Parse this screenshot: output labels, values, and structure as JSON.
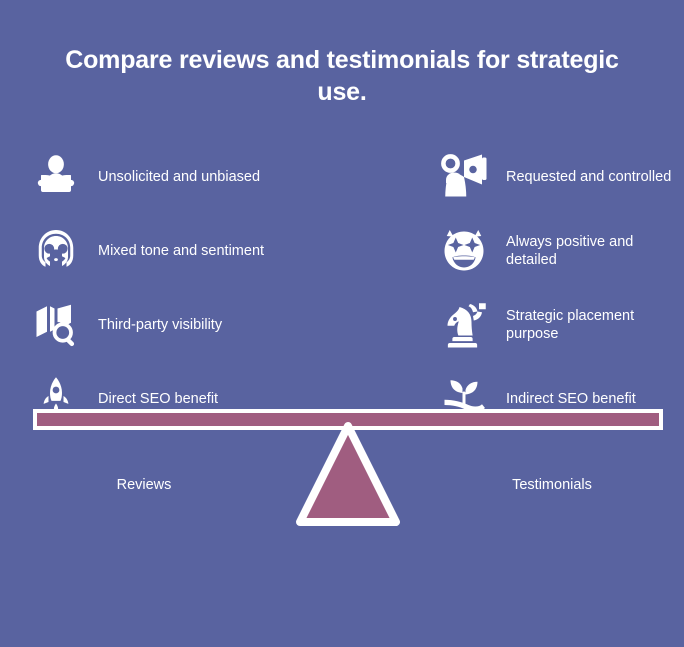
{
  "theme": {
    "background": "#5963a0",
    "accent": "#a05d80",
    "text": "#ffffff"
  },
  "header": {
    "title": "Compare reviews and testimonials for strategic use."
  },
  "columns": {
    "left": {
      "side_label": "Reviews",
      "items": [
        {
          "icon": "person-reading-book-icon",
          "label": "Unsolicited and unbiased"
        },
        {
          "icon": "face-mask-mixed-tone-icon",
          "label": "Mixed tone and sentiment"
        },
        {
          "icon": "map-search-icon",
          "label": "Third-party visibility"
        },
        {
          "icon": "rocket-launch-icon",
          "label": "Direct SEO benefit"
        }
      ]
    },
    "right": {
      "side_label": "Testimonials",
      "items": [
        {
          "icon": "person-megaphone-icon",
          "label": "Requested and controlled"
        },
        {
          "icon": "star-struck-face-icon",
          "label": "Always positive and detailed"
        },
        {
          "icon": "chess-knight-icon",
          "label": "Strategic placement purpose"
        },
        {
          "icon": "hand-sprout-icon",
          "label": "Indirect SEO benefit"
        }
      ]
    }
  },
  "balance": {
    "beam_name": "balance-beam",
    "fulcrum_name": "balance-fulcrum-triangle"
  }
}
